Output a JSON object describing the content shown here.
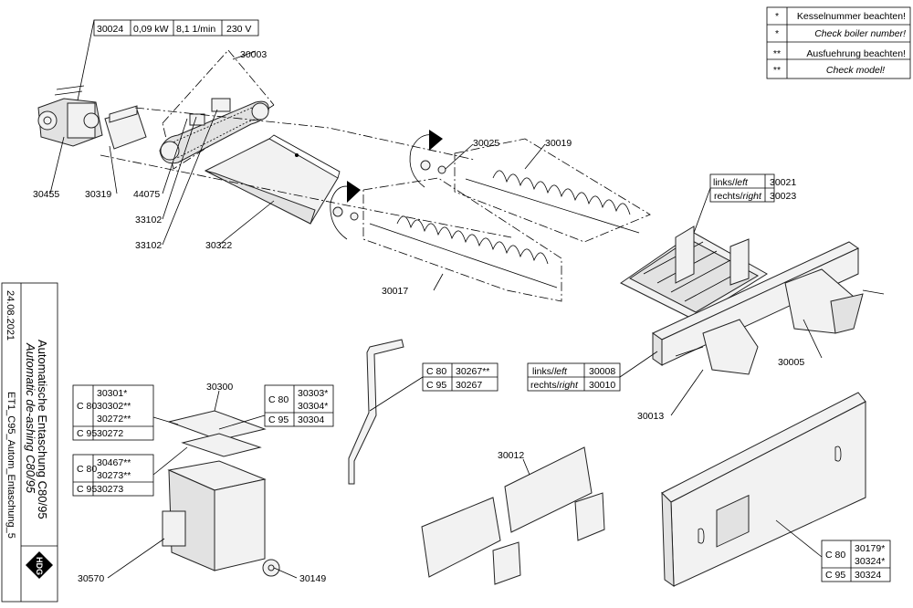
{
  "legend": {
    "rows": [
      {
        "mark": "*",
        "text": "Kesselnummer beachten!",
        "italic": false
      },
      {
        "mark": "*",
        "text": "Check boiler number!",
        "italic": true
      },
      {
        "mark": "**",
        "text": "Ausfuehrung beachten!",
        "italic": false
      },
      {
        "mark": "**",
        "text": "Check model!",
        "italic": true
      }
    ]
  },
  "title_block": {
    "date": "24.08.2021",
    "title_de": "Automatische Entaschung  C80/95",
    "title_en": "Automatic de-ashing  C80/95",
    "drawing_no": "ET1_C95_Autom_Entaschung_5",
    "logo_text": "HDG"
  },
  "motor_table": {
    "part": "30024",
    "power": "0,09 kW",
    "speed": "8,1 1/min",
    "voltage": "230 V"
  },
  "side_table_30021": {
    "rows": [
      [
        "links/",
        "left",
        "30021"
      ],
      [
        "rechts/",
        "right",
        "30023"
      ]
    ]
  },
  "side_table_30008": {
    "rows": [
      [
        "links/",
        "left",
        "30008"
      ],
      [
        "rechts/",
        "right",
        "30010"
      ]
    ]
  },
  "model_table_30267": {
    "rows": [
      [
        "C 80",
        "30267**"
      ],
      [
        "C 95",
        "30267"
      ]
    ]
  },
  "model_table_30301": {
    "c80": [
      "30301*",
      "30302**",
      "30272**"
    ],
    "c95": "30272"
  },
  "model_table_30303": {
    "c80": [
      "30303*",
      "30304*"
    ],
    "c95": "30304"
  },
  "model_table_30467": {
    "c80": [
      "30467**",
      "30273**"
    ],
    "c95": "30273"
  },
  "model_table_30179": {
    "c80": [
      "30179*",
      "30324*"
    ],
    "c95": "30324"
  },
  "callouts": {
    "p30003": "30003",
    "p30455": "30455",
    "p30319": "30319",
    "p44075": "44075",
    "p33102a": "33102",
    "p33102b": "33102",
    "p30322": "30322",
    "p30025": "30025",
    "p30019": "30019",
    "p30017": "30017",
    "p30005": "30005",
    "p30013": "30013",
    "p30300": "30300",
    "p30012": "30012",
    "p30570": "30570",
    "p30149": "30149"
  }
}
